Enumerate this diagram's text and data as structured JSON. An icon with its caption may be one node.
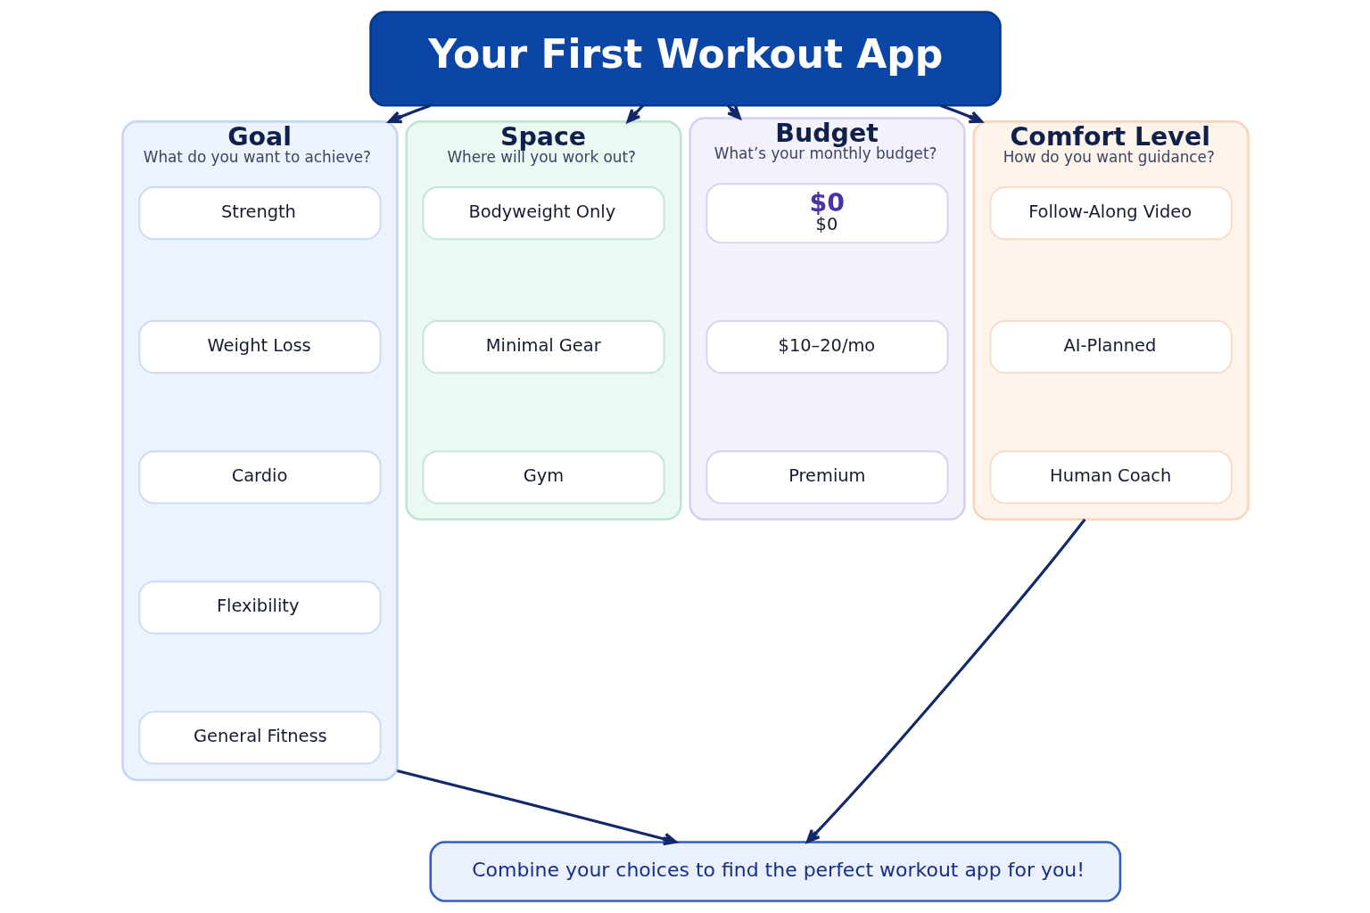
{
  "diagram": {
    "nodes": [
      {
        "text": [
          "Your First Workout App"
        ]
      },
      {
        "text": [
          "Goal",
          "What do you want to achieve?"
        ]
      },
      {
        "text": [
          "Strength"
        ],
        "in": 1
      },
      {
        "text": [
          "Weight Loss"
        ],
        "in": 1
      },
      {
        "text": [
          "Cardio"
        ],
        "in": 1
      },
      {
        "text": [
          "Flexibility"
        ],
        "in": 1
      },
      {
        "text": [
          "General Fitness"
        ],
        "in": 1
      },
      {
        "text": [
          "Space",
          "Where will you work out?"
        ]
      },
      {
        "text": [
          "Bodyweight Only"
        ],
        "in": 7
      },
      {
        "text": [
          "Minimal Gear"
        ],
        "in": 7
      },
      {
        "text": [
          "Gym"
        ],
        "in": 7
      },
      {
        "text": [
          "Budget",
          "What’s your monthly budget?"
        ]
      },
      {
        "text": [
          "$0",
          "$0"
        ],
        "in": 11
      },
      {
        "text": [
          "$10–20/mo"
        ],
        "in": 11
      },
      {
        "text": [
          "Premium"
        ],
        "in": 11
      },
      {
        "text": [
          "Comfort Level",
          "How do you want guidance?"
        ]
      },
      {
        "text": [
          "Follow-Along Video"
        ],
        "in": 15
      },
      {
        "text": [
          "AI-Planned"
        ],
        "in": 15
      },
      {
        "text": [
          "Human Coach"
        ],
        "in": 15
      },
      {
        "text": [
          "Combine your choices to find the perfect workout app for you!"
        ]
      }
    ],
    "edges": [
      {
        "from": 0,
        "to": 1,
        "arrow": "to"
      },
      {
        "from": 0,
        "to": 7,
        "arrow": "to"
      },
      {
        "from": 0,
        "to": 11,
        "arrow": "to"
      },
      {
        "from": 0,
        "to": 15,
        "arrow": "to"
      },
      {
        "from": 1,
        "to": 19,
        "arrow": "to"
      },
      {
        "from": 15,
        "to": 19,
        "arrow": "to"
      }
    ]
  }
}
